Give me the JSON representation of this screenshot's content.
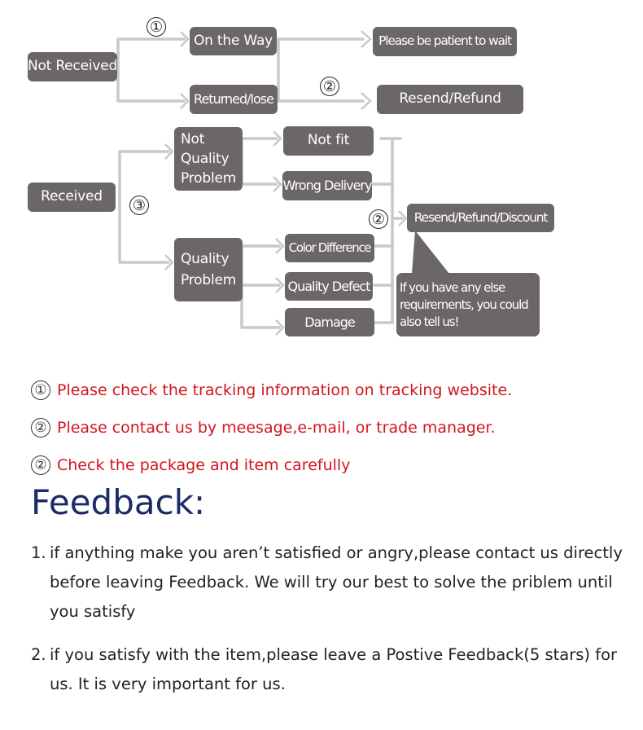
{
  "flow": {
    "circled_1": "①",
    "circled_2": "②",
    "circled_3": "③",
    "not_received": "Not Received",
    "on_the_way": "On the Way",
    "returned_lose": "Returned/lose",
    "please_be_patient": "Please be patient to wait",
    "resend_refund": "Resend/Refund",
    "received": "Received",
    "not_quality_problem": "Not Quality Problem",
    "quality_problem": "Quality Problem",
    "not_fit": "Not fit",
    "wrong_delivery": "Wrong Delivery",
    "color_difference": "Color Difference",
    "quality_defect": "Quality Defect",
    "damage": "Damage",
    "resend_refund_discount": "Resend/Refund/Discount",
    "bubble_text": "If you have any else requirements, you could also tell us!"
  },
  "notes": [
    {
      "mark": "①",
      "text": "Please check the tracking information on tracking website."
    },
    {
      "mark": "②",
      "text": "Please contact us by meesage,e-mail, or trade manager."
    },
    {
      "mark": "②",
      "text": "Check the package and item carefully"
    }
  ],
  "feedback": {
    "title": "Feedback:",
    "items": [
      {
        "no": "1.",
        "text": "if anything make you aren’t satisfied or angry,please contact us directly before leaving Feedback. We will try our best to solve the priblem until you satisfy"
      },
      {
        "no": "2.",
        "text": "if you satisfy with the item,please leave a Postive Feedback(5 stars) for us. It is very important for us."
      }
    ]
  },
  "colors": {
    "box": "#6b6767",
    "arrow": "#c9c9c9",
    "note_red": "#d3151d",
    "title_navy": "#1c2a66"
  }
}
